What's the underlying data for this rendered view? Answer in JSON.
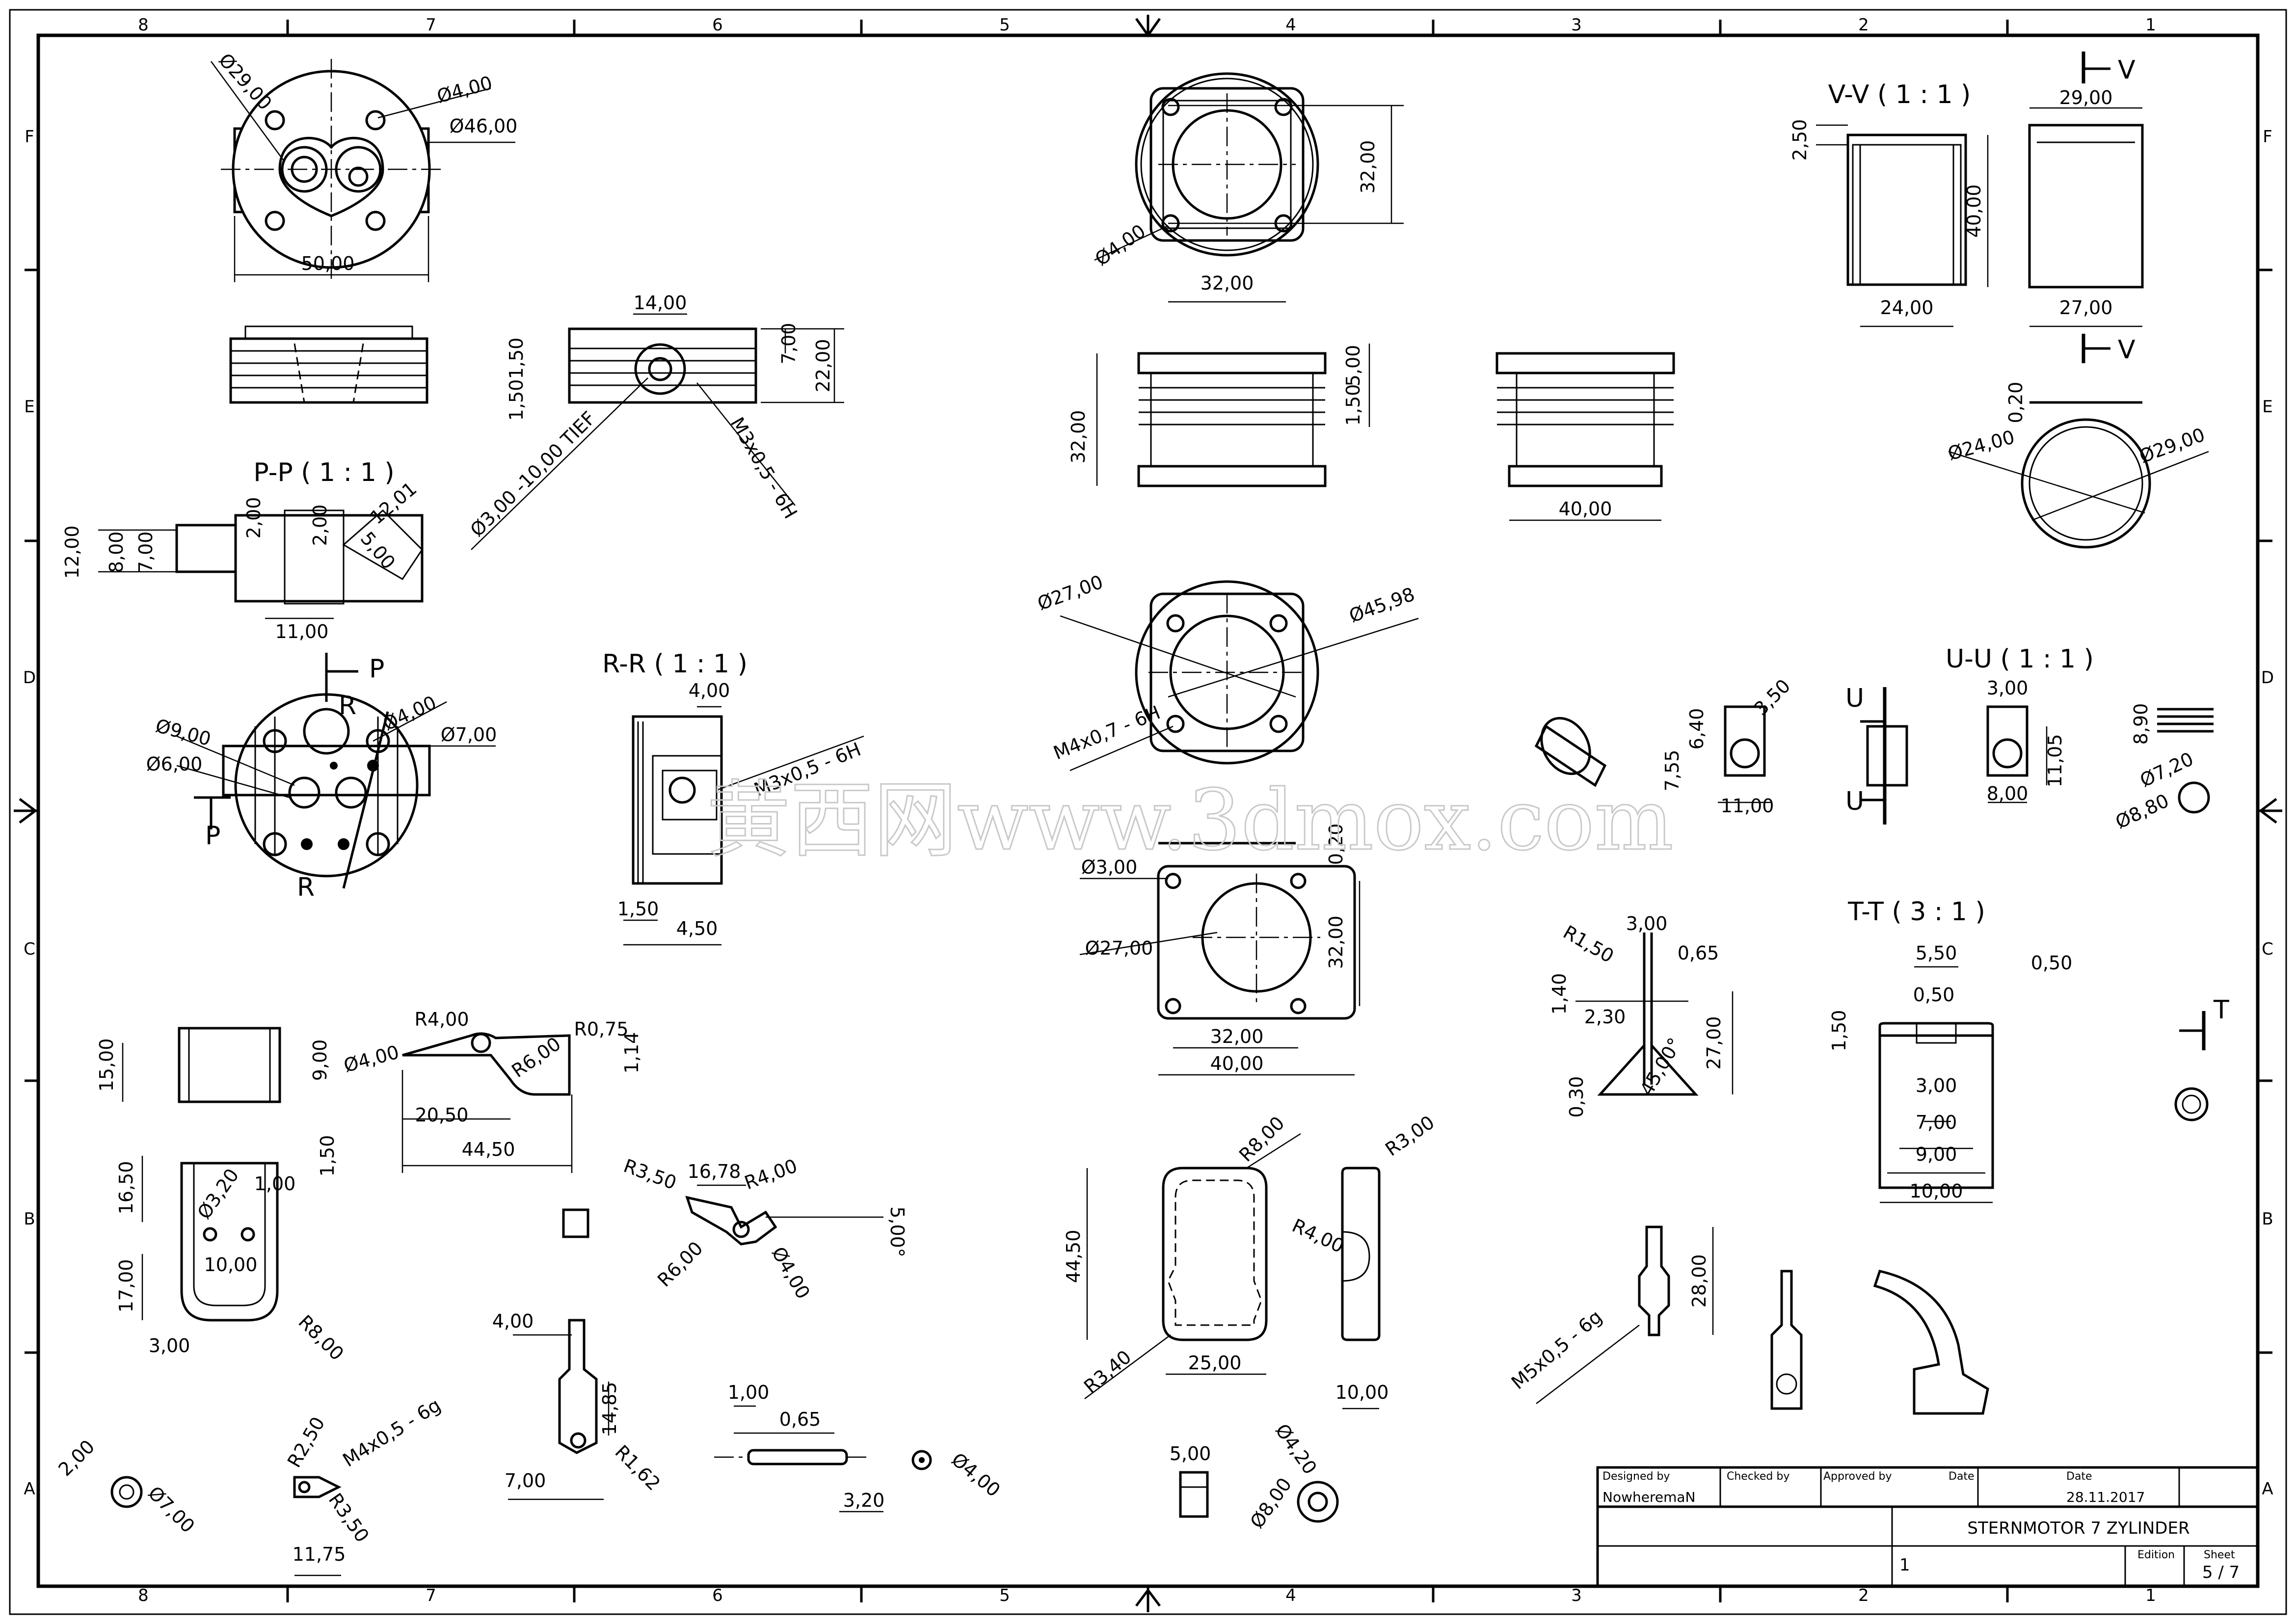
{
  "grid": {
    "columns": [
      "8",
      "7",
      "6",
      "5",
      "4",
      "3",
      "2",
      "1"
    ],
    "rows": [
      "F",
      "E",
      "D",
      "C",
      "B",
      "A"
    ]
  },
  "sections": {
    "pp": "P-P ( 1 : 1 )",
    "rr": "R-R ( 1 : 1 )",
    "vv": "V-V ( 1 : 1 )",
    "uu": "U-U ( 1 : 1 )",
    "tt": "T-T ( 3 : 1 )"
  },
  "cut_letters": {
    "p": "P",
    "r": "R",
    "v": "V",
    "u": "U",
    "t": "T"
  },
  "dims": {
    "head_top": [
      "Ø29,00",
      "Ø4,00",
      "Ø46,00",
      "50,00"
    ],
    "head_side": [
      "14,00",
      "7,00",
      "1,50",
      "1,50",
      "22,00",
      "Ø3,00 -10,00 TIEF",
      "M3x0,5 - 6H"
    ],
    "pp": [
      "12,00",
      "8,00",
      "7,00",
      "2,00",
      "2,00",
      "12,01",
      "5,00",
      "11,00"
    ],
    "head_bottom": [
      "Ø9,00",
      "Ø6,00",
      "Ø4,00",
      "Ø7,00"
    ],
    "rr": [
      "4,00",
      "M3x0,5 - 6H",
      "1,50",
      "4,50"
    ],
    "liner_top": [
      "Ø4,00",
      "32,00",
      "32,00"
    ],
    "liner_side": [
      "32,00",
      "5,00",
      "1,50",
      "40,00"
    ],
    "liner_round": [
      "Ø27,00",
      "Ø45,98",
      "M4x0,7 - 6H"
    ],
    "base_plate": [
      "0,20",
      "Ø3,00",
      "Ø27,00",
      "32,00",
      "32,00",
      "40,00"
    ],
    "vv": [
      "2,50",
      "29,00",
      "40,00",
      "24,00",
      "27,00"
    ],
    "ring": [
      "0,20",
      "Ø24,00",
      "Ø29,00"
    ],
    "uu": [
      "6,40",
      "3,50",
      "7,55",
      "11,00",
      "3,00",
      "11,05",
      "8,00",
      "8,90",
      "Ø7,20",
      "Ø8,80"
    ],
    "valve": [
      "R1,50",
      "3,00",
      "0,65",
      "1,40",
      "2,30",
      "27,00",
      "45,00°",
      "0,30"
    ],
    "tt": [
      "5,50",
      "0,50",
      "0,50",
      "1,50",
      "3,00",
      "7,00",
      "9,00",
      "10,00"
    ],
    "bracket": [
      "15,00",
      "1,50",
      "16,50",
      "Ø3,20",
      "1,00",
      "10,00",
      "17,00",
      "3,00",
      "R8,00"
    ],
    "lever": [
      "R4,00",
      "R0,75",
      "9,00",
      "Ø4,00",
      "R6,00",
      "1,14",
      "20,50",
      "44,50"
    ],
    "rocker": [
      "16,78",
      "R3,50",
      "R4,00",
      "5,00°",
      "R6,00",
      "Ø4,00"
    ],
    "cover_front": [
      "R8,00",
      "44,50",
      "R3,40",
      "25,00"
    ],
    "cover_side": [
      "R3,00",
      "R4,00",
      "10,00"
    ],
    "pushrod": [
      "4,00",
      "14,85",
      "7,00",
      "R1,62"
    ],
    "pin": [
      "1,00",
      "0,65",
      "3,20",
      "Ø4,00"
    ],
    "small_parts": [
      "2,00",
      "Ø7,00",
      "R2,50",
      "M4x0,5 - 6g",
      "R3,50",
      "11,75",
      "5,00",
      "Ø4,20",
      "Ø8,00"
    ],
    "plug": [
      "28,00",
      "M5x0,5 - 6g"
    ]
  },
  "watermark": "黄西网www.3dmox.com",
  "title_block": {
    "designed_by_label": "Designed by",
    "checked_by_label": "Checked by",
    "approved_by_label": "Approved by",
    "date_label": "Date",
    "date2_label": "Date",
    "designer": "NowheremaN",
    "date": "28.11.2017",
    "title": "STERNMOTOR 7 ZYLINDER",
    "part_no": "1",
    "edition_label": "Edition",
    "sheet_label": "Sheet",
    "sheet": "5 / 7"
  }
}
